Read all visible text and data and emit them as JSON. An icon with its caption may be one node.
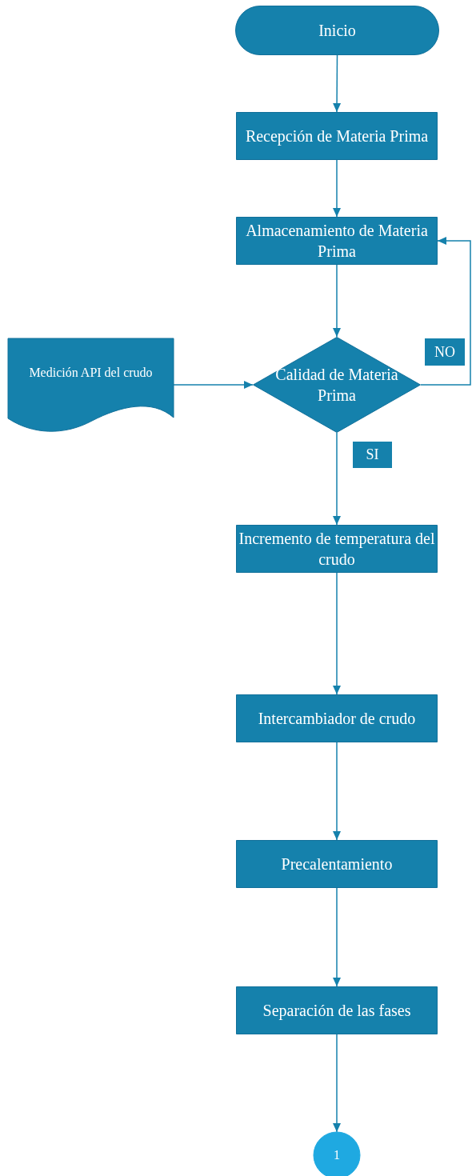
{
  "diagram": {
    "nodes": [
      {
        "text": [
          "Inicio"
        ]
      },
      {
        "text": [
          "Recepción de Materia Prima"
        ]
      },
      {
        "text": [
          "Almacenamiento de Materia Prima"
        ]
      },
      {
        "text": [
          "Medición API del crudo"
        ]
      },
      {
        "text": [
          "Calidad de Materia Prima"
        ]
      },
      {
        "text": [
          "Incremento de temperatura del crudo"
        ]
      },
      {
        "text": [
          "Intercambiador de crudo"
        ]
      },
      {
        "text": [
          "Precalentamiento"
        ]
      },
      {
        "text": [
          "Separación de las fases"
        ]
      },
      {
        "text": [
          "1"
        ]
      }
    ],
    "edges": [
      {
        "from": 0,
        "to": 1,
        "arrow": "to"
      },
      {
        "from": 1,
        "to": 2,
        "arrow": "to"
      },
      {
        "from": 2,
        "to": 4,
        "arrow": "to"
      },
      {
        "from": 3,
        "to": 4,
        "arrow": "to"
      },
      {
        "from": 4,
        "to": 2,
        "arrow": "to",
        "label": "NO"
      },
      {
        "from": 4,
        "to": 5,
        "arrow": "to",
        "label": "SI"
      },
      {
        "from": 5,
        "to": 6,
        "arrow": "to"
      },
      {
        "from": 6,
        "to": 7,
        "arrow": "to"
      },
      {
        "from": 7,
        "to": 8,
        "arrow": "to"
      },
      {
        "from": 8,
        "to": 9,
        "arrow": "to"
      }
    ]
  }
}
